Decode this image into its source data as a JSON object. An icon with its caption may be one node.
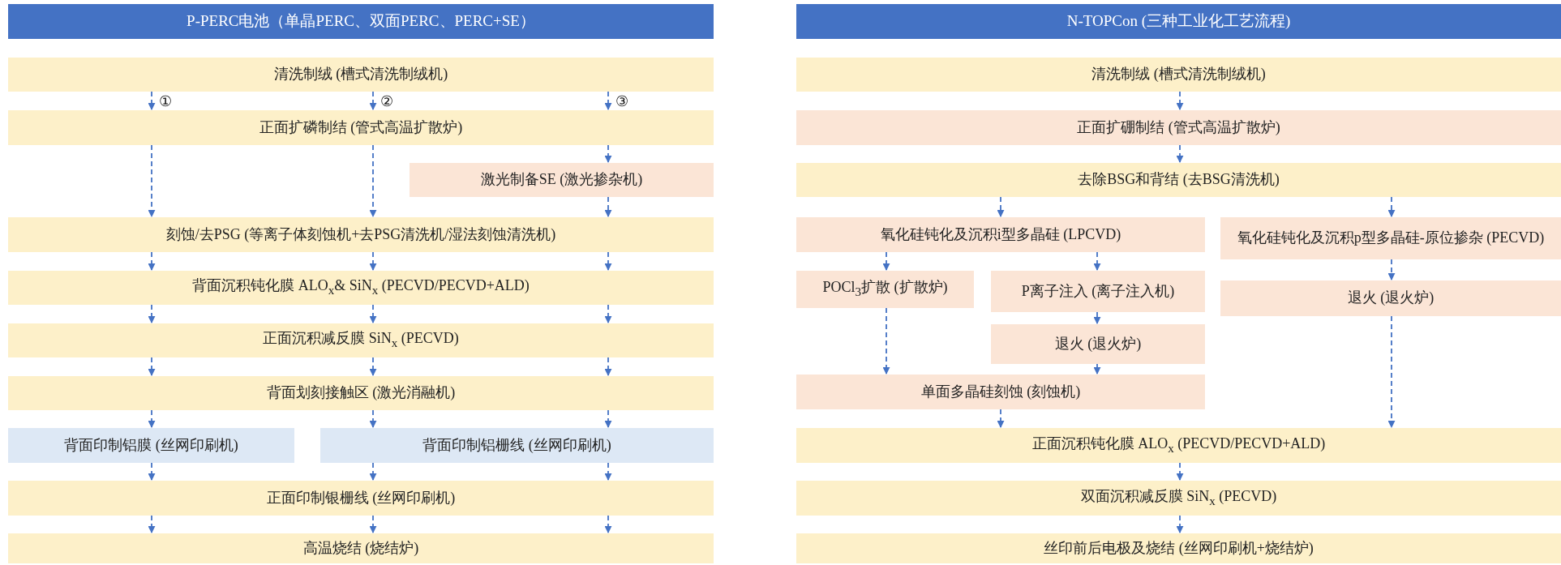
{
  "diagram": {
    "nodes": [
      {
        "text": [
          "P-PERC电池（单晶PERC、双面PERC、PERC+SE）"
        ]
      },
      {
        "text": [
          "清洗制绒 (槽式清洗制绒机)"
        ]
      },
      {
        "text": [
          "正面扩磷制结 (管式高温扩散炉)"
        ]
      },
      {
        "text": [
          "激光制备SE (激光掺杂机)"
        ]
      },
      {
        "text": [
          "刻蚀/去PSG (等离子体刻蚀机+去PSG清洗机/湿法刻蚀清洗机)"
        ]
      },
      {
        "text": [
          "背面沉积钝化膜 ALO$_{x}$& SiN$_{x}$ (PECVD/PECVD+ALD)"
        ]
      },
      {
        "text": [
          "正面沉积减反膜 SiN$_{x}$ (PECVD)"
        ]
      },
      {
        "text": [
          "背面划刻接触区 (激光消融机)"
        ]
      },
      {
        "text": [
          "背面印制铝膜 (丝网印刷机)"
        ]
      },
      {
        "text": [
          "背面印制铝栅线 (丝网印刷机)"
        ]
      },
      {
        "text": [
          "正面印制银栅线 (丝网印刷机)"
        ]
      },
      {
        "text": [
          "高温烧结 (烧结炉)"
        ]
      },
      {
        "text": [
          "N-TOPCon (三种工业化工艺流程)"
        ]
      },
      {
        "text": [
          "清洗制绒 (槽式清洗制绒机)"
        ]
      },
      {
        "text": [
          "正面扩硼制结 (管式高温扩散炉)"
        ]
      },
      {
        "text": [
          "去除BSG和背结 (去BSG清洗机)"
        ]
      },
      {
        "text": [
          "氧化硅钝化及沉积i型多晶硅 (LPCVD)"
        ]
      },
      {
        "text": [
          "氧化硅钝化及沉积p型多晶硅-原位掺杂 (PECVD)"
        ]
      },
      {
        "text": [
          "POCl$_{3}$扩散 (扩散炉)"
        ]
      },
      {
        "text": [
          "P离子注入 (离子注入机)"
        ]
      },
      {
        "text": [
          "退火 (退火炉)"
        ]
      },
      {
        "text": [
          "退火 (退火炉)"
        ]
      },
      {
        "text": [
          "单面多晶硅刻蚀 (刻蚀机)"
        ]
      },
      {
        "text": [
          "正面沉积钝化膜 ALO$_{x}$ (PECVD/PECVD+ALD)"
        ]
      },
      {
        "text": [
          "双面沉积减反膜 SiN$_{x}$ (PECVD)"
        ]
      },
      {
        "text": [
          "丝印前后电极及烧结 (丝网印刷机+烧结炉)"
        ]
      }
    ],
    "edges": [
      {
        "from": 1,
        "to": 2,
        "arrow": "to",
        "style": "dashed",
        "label": "①"
      },
      {
        "from": 1,
        "to": 2,
        "arrow": "to",
        "style": "dashed",
        "label": "②"
      },
      {
        "from": 1,
        "to": 2,
        "arrow": "to",
        "style": "dashed",
        "label": "③"
      },
      {
        "from": 2,
        "to": 4,
        "arrow": "to",
        "style": "dashed"
      },
      {
        "from": 2,
        "to": 4,
        "arrow": "to",
        "style": "dashed"
      },
      {
        "from": 2,
        "to": 3,
        "arrow": "to",
        "style": "dashed"
      },
      {
        "from": 3,
        "to": 4,
        "arrow": "to",
        "style": "dashed"
      },
      {
        "from": 4,
        "to": 5,
        "arrow": "to",
        "style": "dashed"
      },
      {
        "from": 4,
        "to": 5,
        "arrow": "to",
        "style": "dashed"
      },
      {
        "from": 4,
        "to": 5,
        "arrow": "to",
        "style": "dashed"
      },
      {
        "from": 5,
        "to": 6,
        "arrow": "to",
        "style": "dashed"
      },
      {
        "from": 5,
        "to": 6,
        "arrow": "to",
        "style": "dashed"
      },
      {
        "from": 5,
        "to": 6,
        "arrow": "to",
        "style": "dashed"
      },
      {
        "from": 6,
        "to": 7,
        "arrow": "to",
        "style": "dashed"
      },
      {
        "from": 6,
        "to": 7,
        "arrow": "to",
        "style": "dashed"
      },
      {
        "from": 6,
        "to": 7,
        "arrow": "to",
        "style": "dashed"
      },
      {
        "from": 7,
        "to": 8,
        "arrow": "to",
        "style": "dashed"
      },
      {
        "from": 7,
        "to": 9,
        "arrow": "to",
        "style": "dashed"
      },
      {
        "from": 7,
        "to": 9,
        "arrow": "to",
        "style": "dashed"
      },
      {
        "from": 8,
        "to": 10,
        "arrow": "to",
        "style": "dashed"
      },
      {
        "from": 9,
        "to": 10,
        "arrow": "to",
        "style": "dashed"
      },
      {
        "from": 9,
        "to": 10,
        "arrow": "to",
        "style": "dashed"
      },
      {
        "from": 10,
        "to": 11,
        "arrow": "to",
        "style": "dashed"
      },
      {
        "from": 10,
        "to": 11,
        "arrow": "to",
        "style": "dashed"
      },
      {
        "from": 10,
        "to": 11,
        "arrow": "to",
        "style": "dashed"
      },
      {
        "from": 13,
        "to": 14,
        "arrow": "to",
        "style": "dashed"
      },
      {
        "from": 14,
        "to": 15,
        "arrow": "to",
        "style": "dashed"
      },
      {
        "from": 15,
        "to": 16,
        "arrow": "to",
        "style": "dashed"
      },
      {
        "from": 15,
        "to": 17,
        "arrow": "to",
        "style": "dashed"
      },
      {
        "from": 16,
        "to": 18,
        "arrow": "to",
        "style": "dashed"
      },
      {
        "from": 16,
        "to": 19,
        "arrow": "to",
        "style": "dashed"
      },
      {
        "from": 19,
        "to": 21,
        "arrow": "to",
        "style": "dashed"
      },
      {
        "from": 21,
        "to": 22,
        "arrow": "to",
        "style": "dashed"
      },
      {
        "from": 18,
        "to": 22,
        "arrow": "to",
        "style": "dashed"
      },
      {
        "from": 17,
        "to": 20,
        "arrow": "to",
        "style": "dashed"
      },
      {
        "from": 22,
        "to": 23,
        "arrow": "to",
        "style": "dashed"
      },
      {
        "from": 20,
        "to": 23,
        "arrow": "to",
        "style": "dashed"
      },
      {
        "from": 23,
        "to": 24,
        "arrow": "to",
        "style": "dashed"
      },
      {
        "from": 24,
        "to": 25,
        "arrow": "to",
        "style": "dashed"
      }
    ]
  }
}
